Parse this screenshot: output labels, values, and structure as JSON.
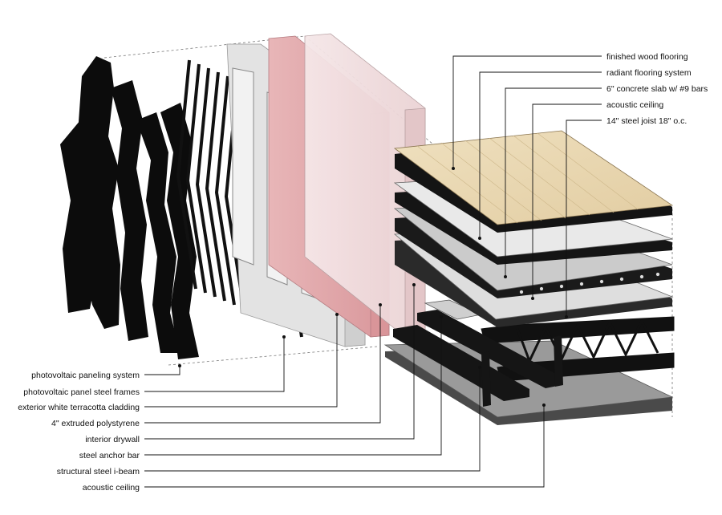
{
  "labels_right": [
    "finished wood flooring",
    "radiant flooring system",
    "6\" concrete slab w/ #9 bars",
    "acoustic ceiling",
    "14\" steel joist 18\" o.c."
  ],
  "labels_left": [
    "photovoltaic paneling system",
    "photovoltaic panel steel frames",
    "exterior white terracotta cladding",
    "4\" extruded polystyrene",
    "interior drywall",
    "steel anchor bar",
    "structural steel i-beam",
    "acoustic ceiling"
  ],
  "colors": {
    "wood": "#e6d4ad",
    "drywall_pink": "#e6a9ad",
    "cladding": "#dadada",
    "concrete": "#c9c9c9",
    "steel": "#1a1a1a"
  }
}
